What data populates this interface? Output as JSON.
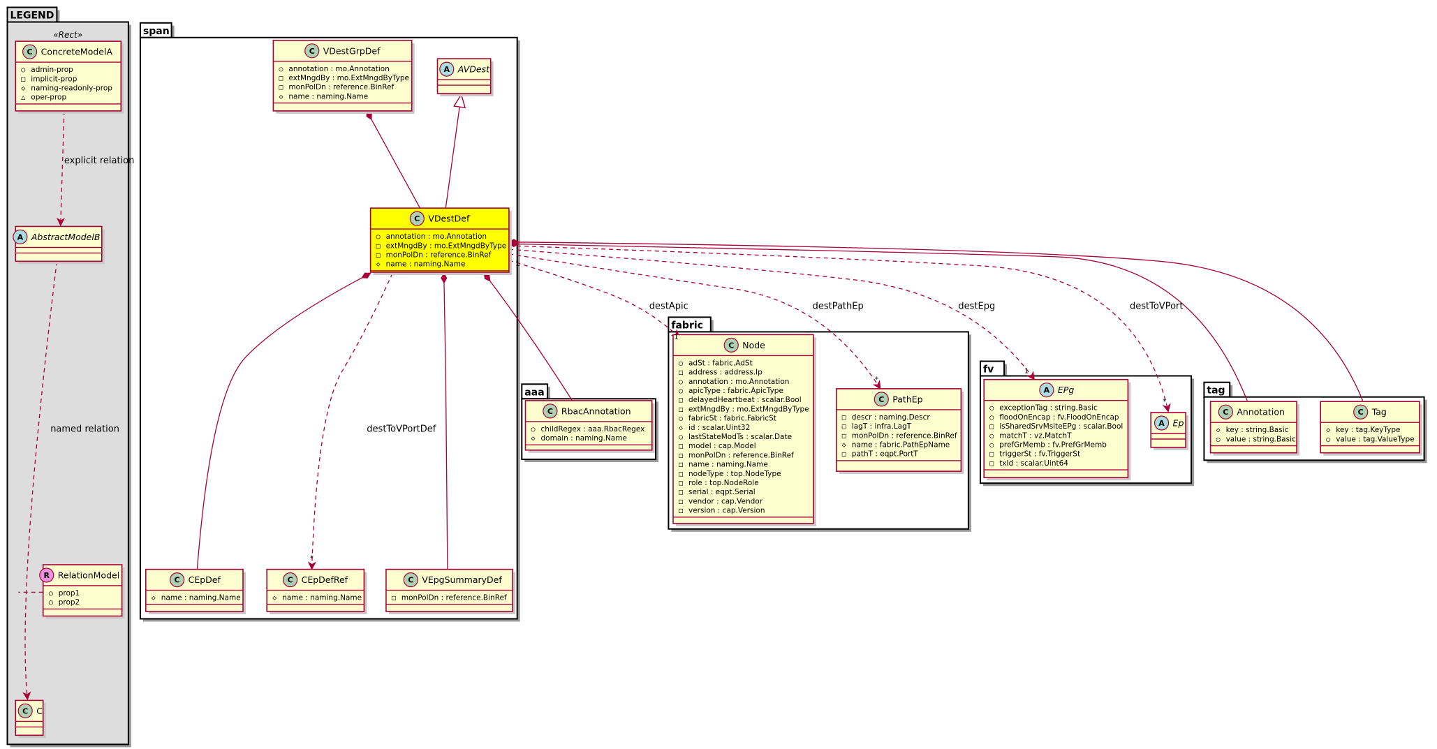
{
  "packages": [
    {
      "id": "legend",
      "title": "LEGEND"
    },
    {
      "id": "span",
      "title": "span"
    },
    {
      "id": "aaa",
      "title": "aaa"
    },
    {
      "id": "fabric",
      "title": "fabric"
    },
    {
      "id": "fv",
      "title": "fv"
    },
    {
      "id": "tag",
      "title": "tag"
    }
  ],
  "legend_stereotype": "«Rect»",
  "classes": [
    {
      "id": "ConcreteModelA",
      "name": "ConcreteModelA",
      "kind": "class",
      "badge": "C",
      "attrs": [
        [
          "+",
          "admin-prop"
        ],
        [
          "-",
          "implicit-prop"
        ],
        [
          "#",
          "naming-readonly-prop"
        ],
        [
          "~",
          "oper-prop"
        ]
      ]
    },
    {
      "id": "AbstractModelB",
      "name": "AbstractModelB",
      "kind": "abstract",
      "badge": "A",
      "attrs": []
    },
    {
      "id": "RelationModel",
      "name": "RelationModel",
      "kind": "relation",
      "badge": "R",
      "attrs": [
        [
          "+",
          "prop1"
        ],
        [
          "+",
          "prop2"
        ]
      ]
    },
    {
      "id": "C",
      "name": "C",
      "kind": "class",
      "badge": "C",
      "attrs": []
    },
    {
      "id": "VDestGrpDef",
      "name": "VDestGrpDef",
      "kind": "class",
      "badge": "C",
      "attrs": [
        [
          "+",
          "annotation : mo.Annotation"
        ],
        [
          "-",
          "extMngdBy : mo.ExtMngdByType"
        ],
        [
          "-",
          "monPolDn : reference.BinRef"
        ],
        [
          "#",
          "name : naming.Name"
        ]
      ]
    },
    {
      "id": "AVDest",
      "name": "AVDest",
      "kind": "abstract",
      "badge": "A",
      "attrs": []
    },
    {
      "id": "VDestDef",
      "name": "VDestDef",
      "kind": "class",
      "badge": "C",
      "highlight": true,
      "attrs": [
        [
          "+",
          "annotation : mo.Annotation"
        ],
        [
          "-",
          "extMngdBy : mo.ExtMngdByType"
        ],
        [
          "-",
          "monPolDn : reference.BinRef"
        ],
        [
          "#",
          "name : naming.Name"
        ]
      ]
    },
    {
      "id": "CEpDef",
      "name": "CEpDef",
      "kind": "class",
      "badge": "C",
      "attrs": [
        [
          "#",
          "name : naming.Name"
        ]
      ]
    },
    {
      "id": "CEpDefRef",
      "name": "CEpDefRef",
      "kind": "class",
      "badge": "C",
      "attrs": [
        [
          "#",
          "name : naming.Name"
        ]
      ]
    },
    {
      "id": "VEpgSummaryDef",
      "name": "VEpgSummaryDef",
      "kind": "class",
      "badge": "C",
      "attrs": [
        [
          "-",
          "monPolDn : reference.BinRef"
        ]
      ]
    },
    {
      "id": "RbacAnnotation",
      "name": "RbacAnnotation",
      "kind": "class",
      "badge": "C",
      "attrs": [
        [
          "+",
          "childRegex : aaa.RbacRegex"
        ],
        [
          "#",
          "domain : naming.Name"
        ]
      ]
    },
    {
      "id": "Node",
      "name": "Node",
      "kind": "class",
      "badge": "C",
      "attrs": [
        [
          "+",
          "adSt : fabric.AdSt"
        ],
        [
          "-",
          "address : address.Ip"
        ],
        [
          "+",
          "annotation : mo.Annotation"
        ],
        [
          "+",
          "apicType : fabric.ApicType"
        ],
        [
          "-",
          "delayedHeartbeat : scalar.Bool"
        ],
        [
          "-",
          "extMngdBy : mo.ExtMngdByType"
        ],
        [
          "+",
          "fabricSt : fabric.FabricSt"
        ],
        [
          "#",
          "id : scalar.Uint32"
        ],
        [
          "+",
          "lastStateModTs : scalar.Date"
        ],
        [
          "-",
          "model : cap.Model"
        ],
        [
          "-",
          "monPolDn : reference.BinRef"
        ],
        [
          "-",
          "name : naming.Name"
        ],
        [
          "-",
          "nodeType : top.NodeType"
        ],
        [
          "-",
          "role : top.NodeRole"
        ],
        [
          "-",
          "serial : eqpt.Serial"
        ],
        [
          "-",
          "vendor : cap.Vendor"
        ],
        [
          "-",
          "version : cap.Version"
        ]
      ]
    },
    {
      "id": "PathEp",
      "name": "PathEp",
      "kind": "class",
      "badge": "C",
      "attrs": [
        [
          "-",
          "descr : naming.Descr"
        ],
        [
          "-",
          "lagT : infra.LagT"
        ],
        [
          "-",
          "monPolDn : reference.BinRef"
        ],
        [
          "#",
          "name : fabric.PathEpName"
        ],
        [
          "-",
          "pathT : eqpt.PortT"
        ]
      ]
    },
    {
      "id": "EPg",
      "name": "EPg",
      "kind": "abstract",
      "badge": "A",
      "attrs": [
        [
          "+",
          "exceptionTag : string.Basic"
        ],
        [
          "+",
          "floodOnEncap : fv.FloodOnEncap"
        ],
        [
          "-",
          "isSharedSrvMsiteEPg : scalar.Bool"
        ],
        [
          "+",
          "matchT : vz.MatchT"
        ],
        [
          "+",
          "prefGrMemb : fv.PrefGrMemb"
        ],
        [
          "-",
          "triggerSt : fv.TriggerSt"
        ],
        [
          "-",
          "txId : scalar.Uint64"
        ]
      ]
    },
    {
      "id": "Ep",
      "name": "Ep",
      "kind": "abstract",
      "badge": "A",
      "attrs": []
    },
    {
      "id": "Annotation",
      "name": "Annotation",
      "kind": "class",
      "badge": "C",
      "attrs": [
        [
          "#",
          "key : string.Basic"
        ],
        [
          "+",
          "value : string.Basic"
        ]
      ]
    },
    {
      "id": "Tag",
      "name": "Tag",
      "kind": "class",
      "badge": "C",
      "attrs": [
        [
          "#",
          "key : tag.KeyType"
        ],
        [
          "+",
          "value : tag.ValueType"
        ]
      ]
    }
  ],
  "edges": [
    {
      "id": "explicit-relation",
      "from": "ConcreteModelA",
      "to": "AbstractModelB",
      "style": "dashed-arrow",
      "label": "explicit relation"
    },
    {
      "id": "named-relation",
      "from": "AbstractModelB",
      "to": "C",
      "style": "dashed-arrow",
      "label": "named relation"
    },
    {
      "id": "relation-model-link",
      "from": "RelationModel",
      "to": "named-relation",
      "style": "dashed",
      "label": ""
    },
    {
      "id": "grp-composition",
      "from": "VDestGrpDef",
      "to": "VDestDef",
      "style": "composition",
      "label": ""
    },
    {
      "id": "avdest-generalization",
      "from": "VDestDef",
      "to": "AVDest",
      "style": "generalization",
      "label": ""
    },
    {
      "id": "cepdef-composition",
      "from": "VDestDef",
      "to": "CEpDef",
      "style": "composition",
      "label": ""
    },
    {
      "id": "destToVPortDef",
      "from": "VDestDef",
      "to": "CEpDefRef",
      "style": "dashed-arrow",
      "label": "destToVPortDef",
      "mult_end": "*"
    },
    {
      "id": "vepg-composition",
      "from": "VDestDef",
      "to": "VEpgSummaryDef",
      "style": "composition",
      "label": ""
    },
    {
      "id": "rbac-composition",
      "from": "VDestDef",
      "to": "RbacAnnotation",
      "style": "composition",
      "label": ""
    },
    {
      "id": "destApic",
      "from": "VDestDef",
      "to": "Node",
      "style": "dashed-arrow",
      "label": "destApic",
      "mult_start": "1",
      "mult_end": "1"
    },
    {
      "id": "destPathEp",
      "from": "VDestDef",
      "to": "PathEp",
      "style": "dashed-arrow",
      "label": "destPathEp",
      "mult_end": "*"
    },
    {
      "id": "destEpg",
      "from": "VDestDef",
      "to": "EPg",
      "style": "dashed-arrow",
      "label": "destEpg",
      "mult_end": "1"
    },
    {
      "id": "destToVPort",
      "from": "VDestDef",
      "to": "Ep",
      "style": "dashed-arrow",
      "label": "destToVPort",
      "mult_end": "*"
    },
    {
      "id": "annotation-composition",
      "from": "VDestDef",
      "to": "Annotation",
      "style": "composition",
      "label": ""
    },
    {
      "id": "tag-composition",
      "from": "VDestDef",
      "to": "Tag",
      "style": "composition",
      "label": ""
    }
  ],
  "colors": {
    "class_fill": "#fefece",
    "class_border": "#a80036",
    "highlight_fill": "#ffff00",
    "legend_fill": "#dddddd",
    "badge_class": "#add1b2",
    "badge_abstract": "#a9dcdf",
    "badge_relation": "#eb93df"
  }
}
